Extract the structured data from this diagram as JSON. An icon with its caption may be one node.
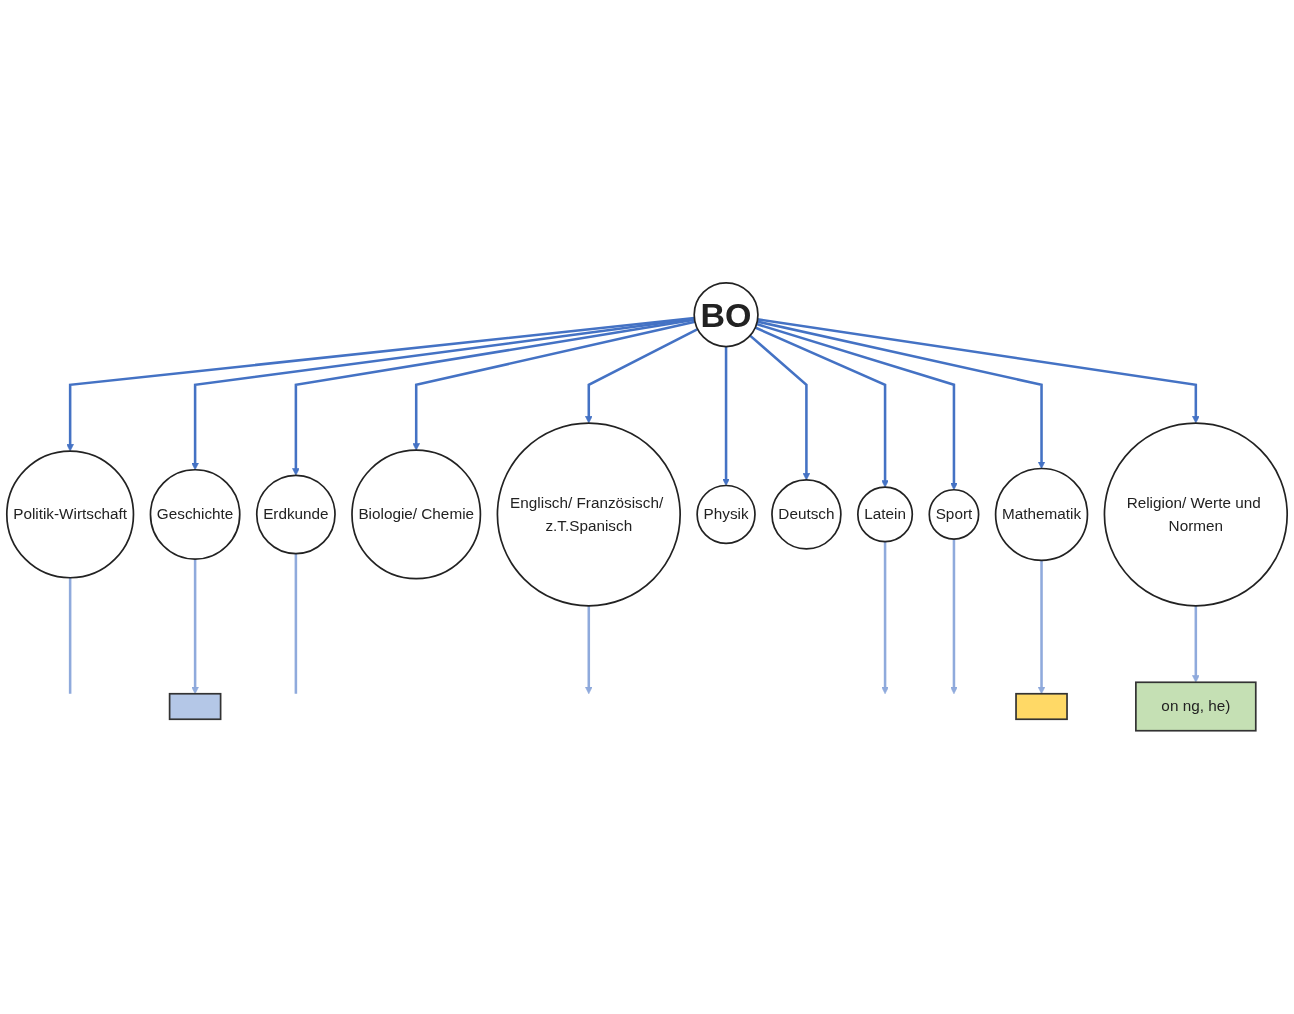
{
  "diagram": {
    "nodes": [
      {
        "text": [
          "on ng, he)"
        ]
      },
      {
        "text": [],
        "shape": "box"
      },
      {
        "text": [
          "Politik-Wirtschaft"
        ]
      },
      {
        "text": [
          "Religion/ Werte und Normen"
        ]
      },
      {
        "text": [
          "Geschichte"
        ]
      },
      {
        "text": [
          "Biologie/ Chemie"
        ]
      },
      {
        "text": [
          "Erdkunde"
        ]
      },
      {
        "text": [
          "BO"
        ]
      },
      {
        "text": [
          "Physik"
        ]
      },
      {
        "text": [
          "Deutsch"
        ]
      },
      {
        "text": [
          "Mathematik"
        ]
      },
      {
        "text": [
          "Englisch/ Französisch/ z.T.Spanisch"
        ]
      },
      {
        "text": [
          "Sport"
        ]
      },
      {
        "text": [
          "Latein"
        ]
      },
      {
        "text": [],
        "shape": "box"
      }
    ],
    "edges": [
      {
        "from": 7,
        "to": 2,
        "arrow": "to"
      },
      {
        "from": 7,
        "to": 4,
        "arrow": "to"
      },
      {
        "from": 7,
        "to": 6,
        "arrow": "to"
      },
      {
        "from": 7,
        "to": 9,
        "arrow": "to"
      },
      {
        "from": 7,
        "to": 11,
        "arrow": "to"
      },
      {
        "from": 7,
        "to": 13,
        "arrow": "to"
      },
      {
        "from": 7,
        "to": 12,
        "arrow": "to"
      },
      {
        "from": 7,
        "to": 10,
        "arrow": "to"
      },
      {
        "from": 7,
        "to": 8,
        "arrow": "to"
      },
      {
        "from": 7,
        "to": 5,
        "arrow": "to"
      },
      {
        "from": 7,
        "to": 3,
        "arrow": "to"
      },
      {
        "from": 3,
        "to": 0,
        "arrow": "to",
        "color": "#8faadc"
      },
      {
        "from": 2,
        "to": null,
        "arrow": "none",
        "color": "#8faadc"
      },
      {
        "from": 4,
        "to": 1,
        "arrow": "to",
        "color": "#8faadc"
      },
      {
        "from": 6,
        "to": null,
        "arrow": "none",
        "color": "#8faadc"
      },
      {
        "from": 11,
        "to": null,
        "arrow": "to",
        "color": "#8faadc"
      },
      {
        "from": 13,
        "to": null,
        "arrow": "to",
        "color": "#8faadc"
      },
      {
        "from": 12,
        "to": null,
        "arrow": "to",
        "color": "#8faadc"
      },
      {
        "from": 10,
        "to": 14,
        "arrow": "to",
        "color": "#8faadc"
      }
    ]
  }
}
